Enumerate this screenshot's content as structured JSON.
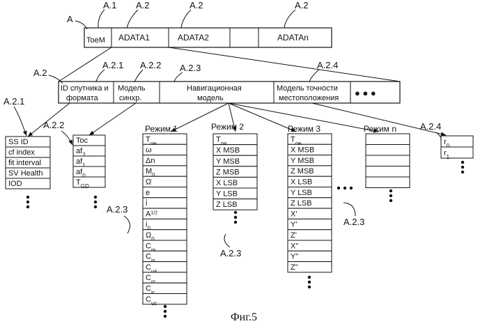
{
  "figure": {
    "caption": "Фиг.5",
    "labels": {
      "A": "A",
      "A1": "A.1",
      "A2_top_a": "A.2",
      "A2_top_b": "A.2",
      "A2_top_c": "A.2",
      "A2_left": "A.2",
      "A21": "A.2.1",
      "A22": "A.2.2",
      "A23": "A.2.3",
      "A24": "A.2.4",
      "A21_left": "A.2.1",
      "A22_left": "A.2.2",
      "A23_mode1": "A.2.3",
      "A23_mode2": "A.2.3",
      "A23_mode3": "A.2.3",
      "A24_right": "A.2.4"
    }
  },
  "top_row": {
    "cells": [
      "ToeM",
      "ADATA1",
      "ADATA2",
      "",
      "ADATAn"
    ]
  },
  "second_row": {
    "id_format_line1": "ID спутника и",
    "id_format_line2": "формата",
    "sync_line1": "Модель",
    "sync_line2": "синхр.",
    "nav_line1": "Навигационная",
    "nav_line2": "модель",
    "accuracy_line1": "Модель точности",
    "accuracy_line2": "местоположения",
    "ellipsis": "● ● ●"
  },
  "id_table": {
    "rows": [
      "SS ID",
      "cf index",
      "fit interval",
      "SV Health",
      "IOD"
    ]
  },
  "sync_table": {
    "rows": [
      {
        "base": "Toc",
        "sub": ""
      },
      {
        "base": "af",
        "sub": "2"
      },
      {
        "base": "af",
        "sub": "1"
      },
      {
        "base": "af",
        "sub": "0"
      },
      {
        "base": "T",
        "sub": "GD"
      }
    ]
  },
  "mode1": {
    "title": "Режим 1",
    "rows": [
      {
        "base": "T",
        "sub": "oe",
        "sup": ""
      },
      {
        "base": "ω",
        "sub": "",
        "sup": ""
      },
      {
        "base": "Δn",
        "sub": "",
        "sup": ""
      },
      {
        "base": "M",
        "sub": "0",
        "sup": ""
      },
      {
        "base": "Ω̇",
        "sub": "",
        "sup": ""
      },
      {
        "base": "e",
        "sub": "",
        "sup": ""
      },
      {
        "base": "i̇",
        "sub": "",
        "sup": ""
      },
      {
        "base": "A",
        "sub": "",
        "sup": "1/2"
      },
      {
        "base": "i",
        "sub": "0",
        "sup": ""
      },
      {
        "base": "Ω",
        "sub": "0",
        "sup": ""
      },
      {
        "base": "C",
        "sub": "rs",
        "sup": ""
      },
      {
        "base": "C",
        "sub": "is",
        "sup": ""
      },
      {
        "base": "C",
        "sub": "us",
        "sup": ""
      },
      {
        "base": "C",
        "sub": "rc",
        "sup": ""
      },
      {
        "base": "C",
        "sub": "ic",
        "sup": ""
      },
      {
        "base": "C",
        "sub": "uc",
        "sup": ""
      }
    ]
  },
  "mode2": {
    "title": "Режим 2",
    "rows": [
      {
        "base": "T",
        "sub": "oe"
      },
      {
        "base": "X MSB",
        "sub": ""
      },
      {
        "base": "Y MSB",
        "sub": ""
      },
      {
        "base": "Z MSB",
        "sub": ""
      },
      {
        "base": "X LSB",
        "sub": ""
      },
      {
        "base": "Y LSB",
        "sub": ""
      },
      {
        "base": "Z LSB",
        "sub": ""
      }
    ]
  },
  "mode3": {
    "title": "Режим 3",
    "rows": [
      {
        "base": "T",
        "sub": "oe"
      },
      {
        "base": "X MSB",
        "sub": ""
      },
      {
        "base": "Y MSB",
        "sub": ""
      },
      {
        "base": "Z MSB",
        "sub": ""
      },
      {
        "base": "X LSB",
        "sub": ""
      },
      {
        "base": "Y LSB",
        "sub": ""
      },
      {
        "base": "Z LSB",
        "sub": ""
      },
      {
        "base": "X'",
        "sub": ""
      },
      {
        "base": "Y'",
        "sub": ""
      },
      {
        "base": "Z'",
        "sub": ""
      },
      {
        "base": "X\"",
        "sub": ""
      },
      {
        "base": "Y\"",
        "sub": ""
      },
      {
        "base": "Z\"",
        "sub": ""
      }
    ]
  },
  "moden": {
    "title": "Режим  n",
    "rows": [
      "",
      "",
      "",
      "",
      ""
    ]
  },
  "accuracy_table": {
    "rows": [
      {
        "base": "r",
        "sub": "0"
      },
      {
        "base": "r",
        "sub": "1"
      }
    ]
  }
}
